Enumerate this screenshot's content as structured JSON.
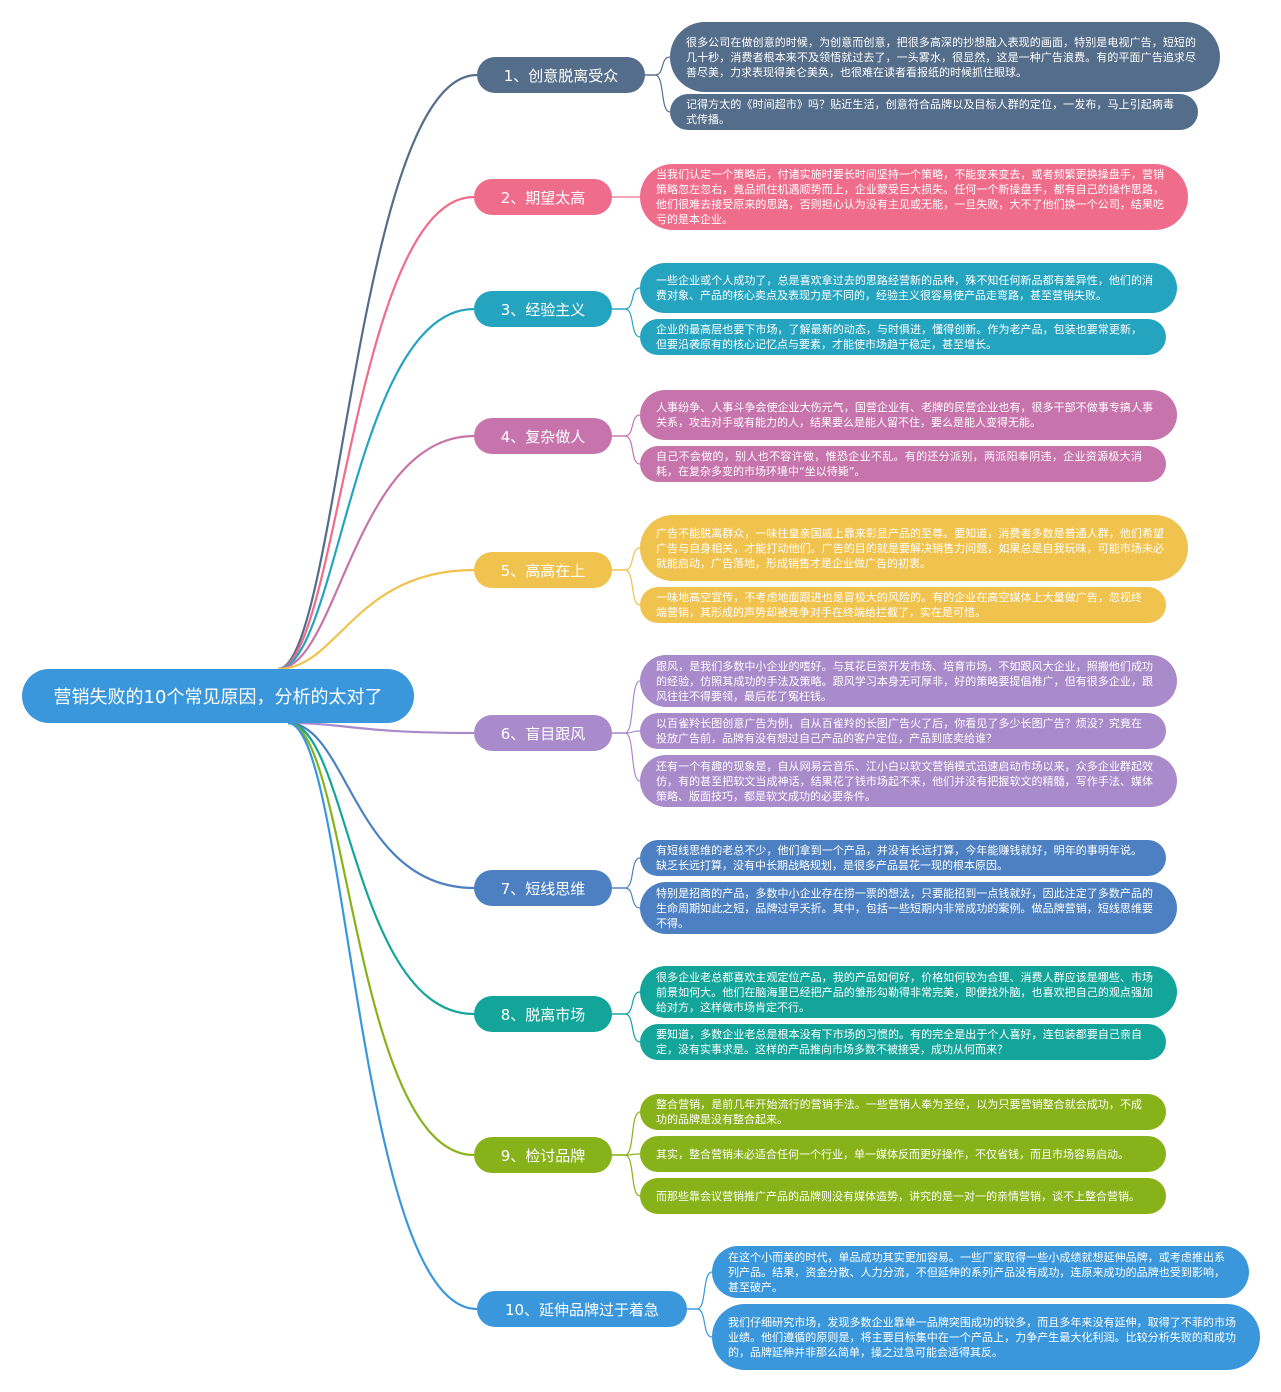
{
  "root": {
    "label": "营销失败的10个常见原因，分析的太对了",
    "color": "#3a97dc"
  },
  "branches": [
    {
      "label": "1、创意脱离受众",
      "color": "#546d8a",
      "notes": [
        "很多公司在做创意的时候，为创意而创意，把很多高深的抄想融入表现的画面，特别是电视广告，短短的几十秒，消费者根本来不及领悟就过去了，一头雾水，很显然，这是一种广告浪费。有的平面广告追求尽善尽美，力求表现得美仑美奂，也很难在读者看报纸的时候抓住眼球。",
        "记得方太的《时间超市》吗？贴近生活，创意符合品牌以及目标人群的定位，一发布，马上引起病毒式传播。"
      ]
    },
    {
      "label": "2、期望太高",
      "color": "#ef6c8a",
      "notes": [
        "当我们认定一个策略后，付诸实施时要长时间坚持一个策略，不能变来变去，或者频繁更换操盘手，营销策略忽左忽右，竟品抓住机遇顺势而上，企业蒙受巨大损失。任何一个新操盘手，都有自己的操作思路，他们很难去接受原来的思路，否则担心认为没有主见或无能，一旦失败，大不了他们换一个公司，结果吃亏的是本企业。"
      ]
    },
    {
      "label": "3、经验主义",
      "color": "#25a4c0",
      "notes": [
        "一些企业或个人成功了，总是喜欢拿过去的思路经营新的品种，殊不知任何新品都有差异性，他们的消费对象、产品的核心卖点及表现力是不同的，经验主义很容易使产品走弯路，甚至营销失败。",
        "企业的最高层也要下市场，了解最新的动态，与时俱进，懂得创新。作为老产品，包装也要常更新，但要沿袭原有的核心记忆点与要素，才能使市场趋于稳定，甚至增长。"
      ]
    },
    {
      "label": "4、复杂做人",
      "color": "#c674ab",
      "notes": [
        "人事纷争、人事斗争会使企业大伤元气，国营企业有、老牌的民营企业也有，很多干部不做事专搞人事关系，攻击对手或有能力的人，结果要么是能人留不住，要么是能人变得无能。",
        "自己不会做的，别人也不容许做，惟恐企业不乱。有的还分派别，两派阳奉阴违，企业资源极大消耗，在复杂多变的市场环境中“坐以待毙”。"
      ]
    },
    {
      "label": "5、高高在上",
      "color": "#f0c24e",
      "notes": [
        "广告不能脱离群众，一味往皇亲国戚上靠来彰显产品的至尊。要知道，消费者多数是普通人群，他们希望广告与自身相关，才能打动他们。广告的目的就是要解决销售力问题，如果总是自我玩味，可能市场未必就能启动，广告落地，形成销售才是企业做广告的初衷。",
        "一味地高空宣传，不考虑地面跟进也是冒极大的风险的。有的企业在高空媒体上大量做广告，忽视终端营销，其形成的声势却被竞争对手在终端给拦截了，实在是可惜。"
      ]
    },
    {
      "label": "6、盲目跟风",
      "color": "#a98acb",
      "notes": [
        "跟风，是我们多数中小企业的嗜好。与其花巨资开发市场、培育市场，不如跟风大企业，照搬他们成功的经验，仿照其成功的手法及策略。跟风学习本身无可厚非，好的策略要提倡推广，但有很多企业，跟风往往不得要领，最后花了冤枉钱。",
        "以百雀羚长图创意广告为例，自从百雀羚的长图广告火了后，你看见了多少长图广告？烦没？究竟在投放广告前，品牌有没有想过自己产品的客户定位，产品到底卖给谁？",
        "还有一个有趣的现象是，自从网易云音乐、江小白以软文营销模式迅速启动市场以来，众多企业群起效仿，有的甚至把软文当成神话，结果花了钱市场起不来，他们并没有把握软文的精髓，写作手法、媒体策略、版面技巧，都是软文成功的必要条件。"
      ]
    },
    {
      "label": "7、短线思维",
      "color": "#4d80c2",
      "notes": [
        "有短线思维的老总不少，他们拿到一个产品，并没有长远打算，今年能赚钱就好，明年的事明年说。缺乏长远打算，没有中长期战略规划，是很多产品昙花一现的根本原因。",
        "特别是招商的产品，多数中小企业存在捞一票的想法，只要能招到一点钱就好，因此注定了多数产品的生命周期如此之短，品牌过早夭折。其中，包括一些短期内非常成功的案例。做品牌营销，短线思维要不得。"
      ]
    },
    {
      "label": "8、脱离市场",
      "color": "#14a59a",
      "notes": [
        "很多企业老总都喜欢主观定位产品，我的产品如何好，价格如何较为合理、消费人群应该是哪些、市场前景如何大。他们在脑海里已经把产品的雏形勾勒得非常完美，即便找外脑，也喜欢把自己的观点强加给对方，这样做市场肯定不行。",
        "要知道，多数企业老总是根本没有下市场的习惯的。有的完全是出于个人喜好，连包装都要自己亲自定，没有实事求是。这样的产品推向市场多数不被接受，成功从何而来？"
      ]
    },
    {
      "label": "9、检讨品牌",
      "color": "#88b219",
      "notes": [
        "整合营销，是前几年开始流行的营销手法。一些营销人奉为圣经，以为只要营销整合就会成功，不成功的品牌是没有整合起来。",
        "其实，整合营销未必适合任何一个行业，单一媒体反而更好操作，不仅省钱，而且市场容易启动。",
        "而那些靠会议营销推广产品的品牌则没有媒体造势，讲究的是一对一的亲情营销，谈不上整合营销。"
      ]
    },
    {
      "label": "10、延伸品牌过于着急",
      "color": "#3a97dc",
      "notes": [
        "在这个小而美的时代，单品成功其实更加容易。一些厂家取得一些小成绩就想延伸品牌，或考虑推出系列产品。结果，资金分散、人力分流，不但延伸的系列产品没有成功，连原来成功的品牌也受到影响，甚至破产。",
        "我们仔细研究市场，发现多数企业靠单一品牌突围成功的较多，而且多年来没有延伸，取得了不菲的市场业绩。他们遵循的原则是，将主要目标集中在一个产品上，力争产生最大化利润。比较分析失败的和成功的，品牌延伸并非那么简单，操之过急可能会适得其反。"
      ]
    }
  ]
}
